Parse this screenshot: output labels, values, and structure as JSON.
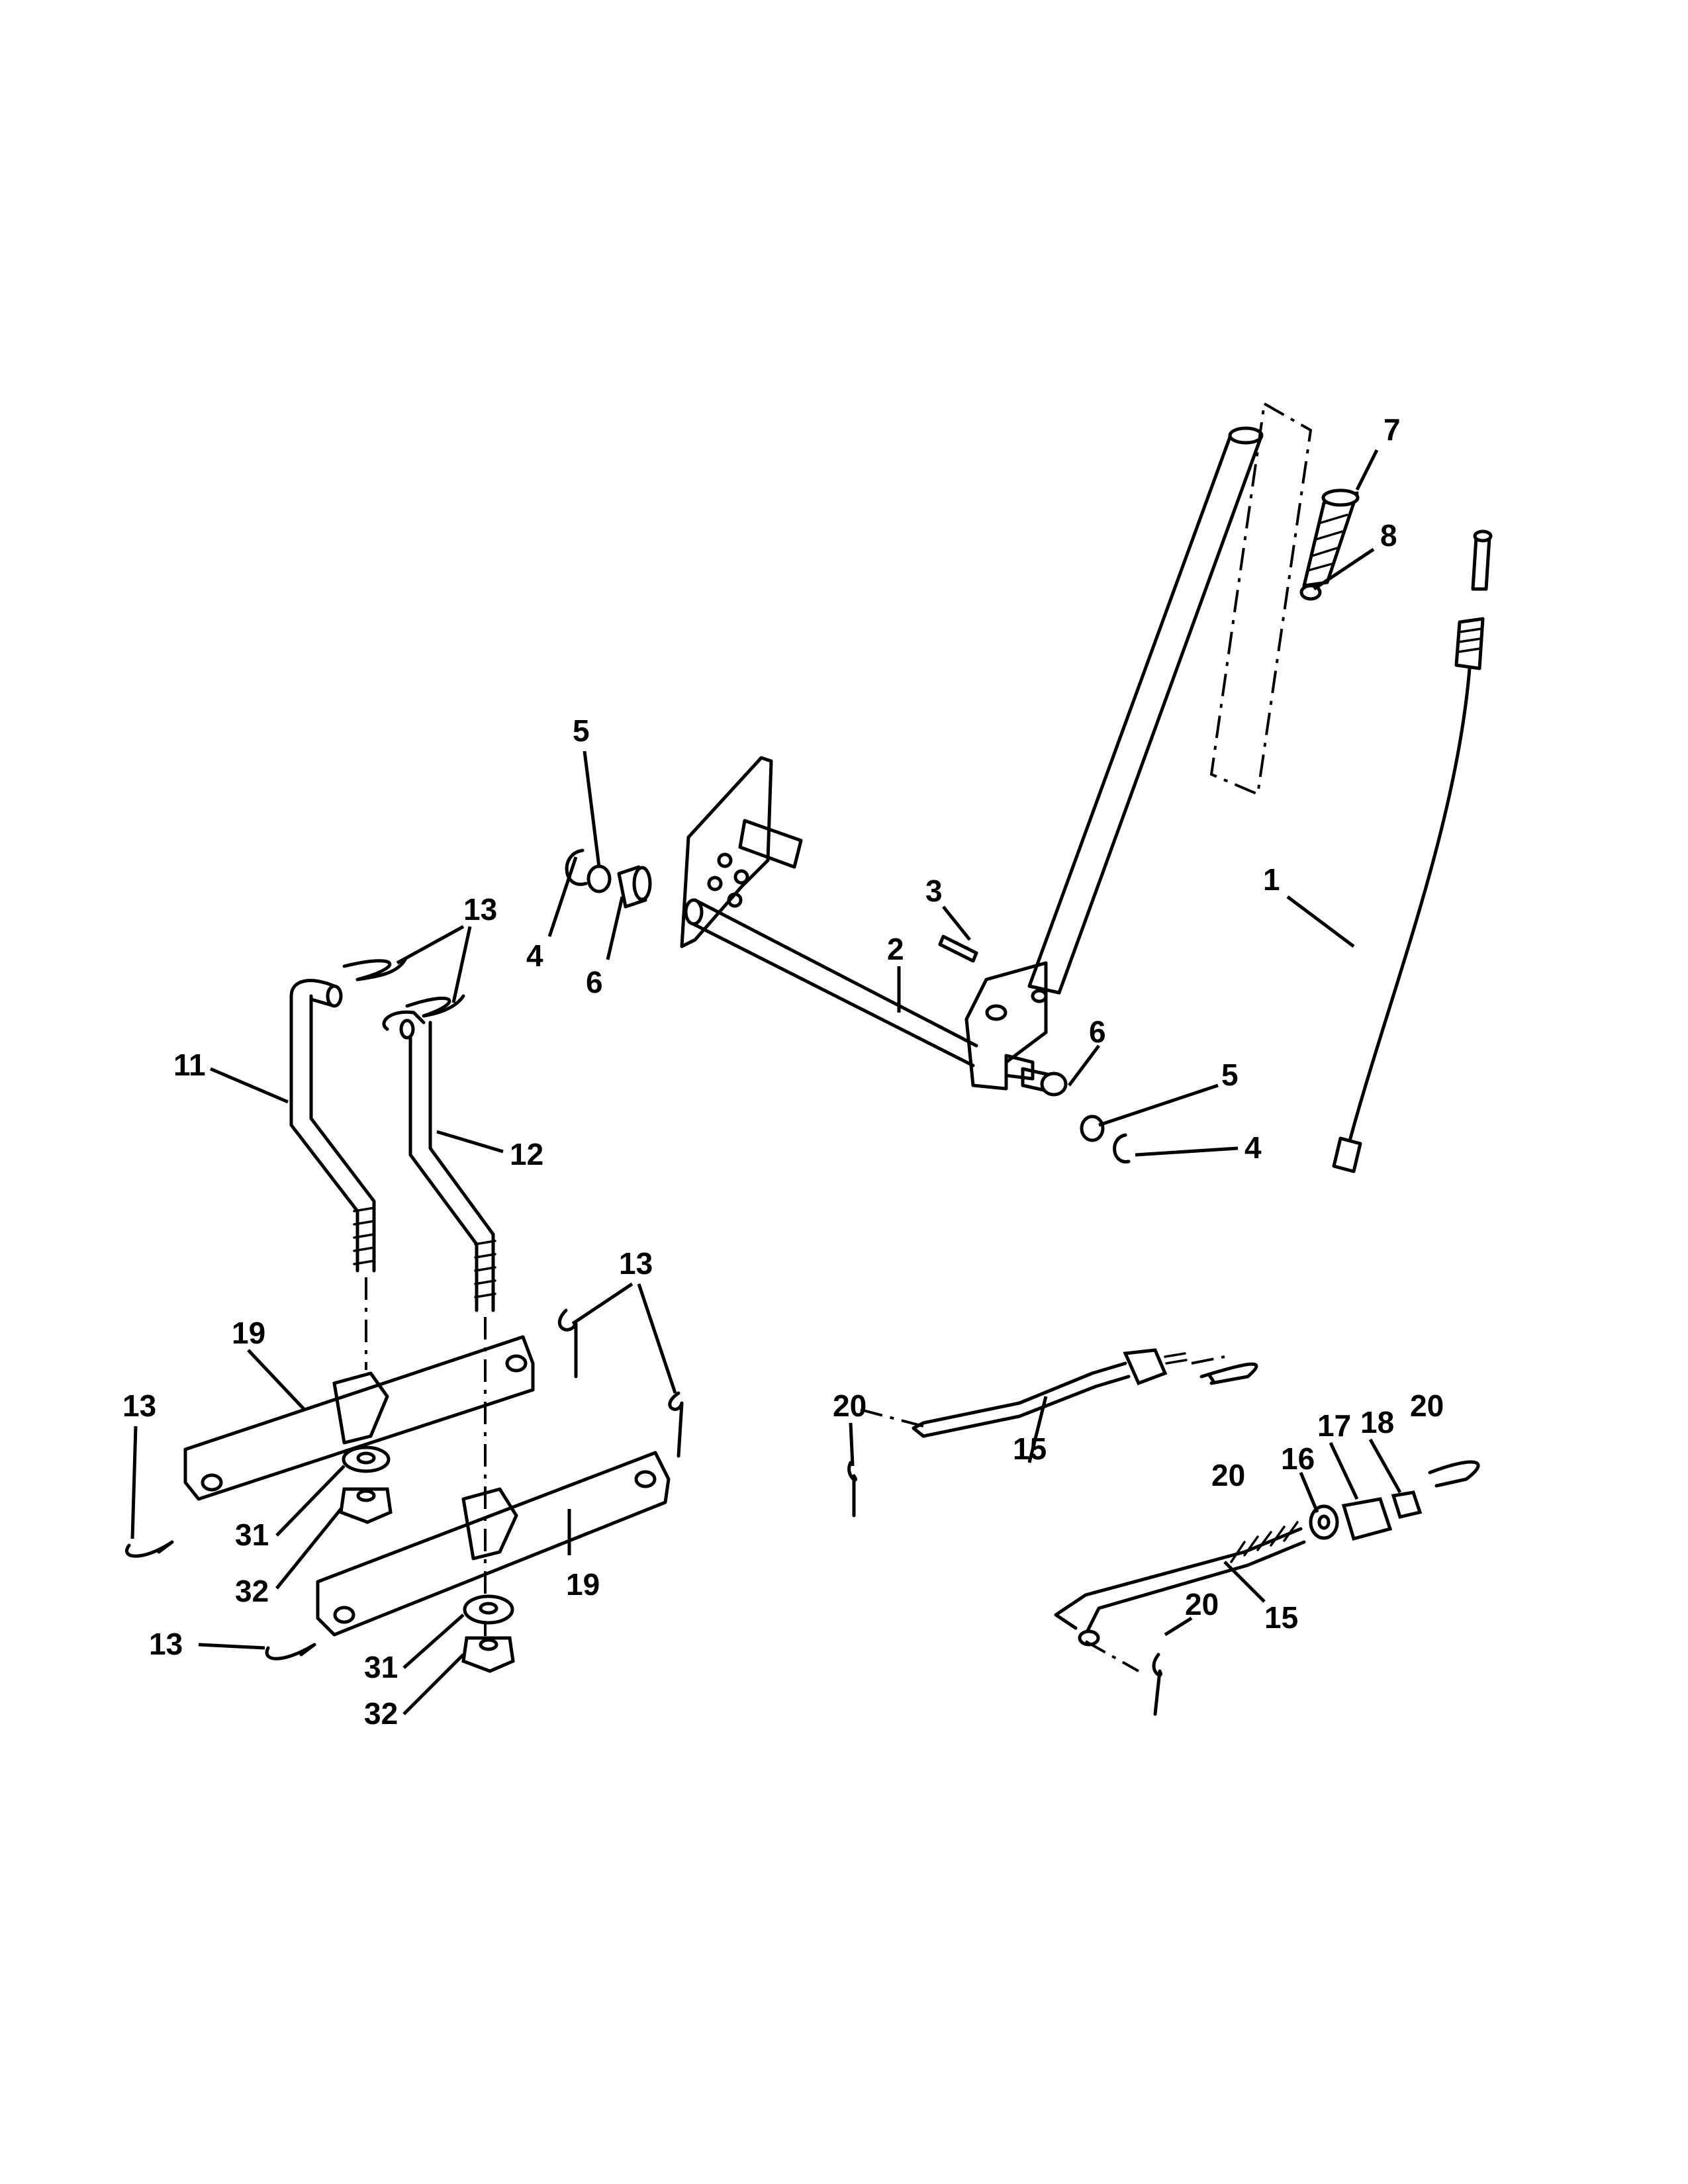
{
  "callouts": [
    {
      "id": "c1",
      "label": "1"
    },
    {
      "id": "c2",
      "label": "2"
    },
    {
      "id": "c3",
      "label": "3"
    },
    {
      "id": "c4a",
      "label": "4"
    },
    {
      "id": "c4b",
      "label": "4"
    },
    {
      "id": "c5a",
      "label": "5"
    },
    {
      "id": "c5b",
      "label": "5"
    },
    {
      "id": "c6a",
      "label": "6"
    },
    {
      "id": "c6b",
      "label": "6"
    },
    {
      "id": "c7",
      "label": "7"
    },
    {
      "id": "c8",
      "label": "8"
    },
    {
      "id": "c11",
      "label": "11"
    },
    {
      "id": "c12",
      "label": "12"
    },
    {
      "id": "c13a",
      "label": "13"
    },
    {
      "id": "c13b",
      "label": "13"
    },
    {
      "id": "c13c",
      "label": "13"
    },
    {
      "id": "c13d",
      "label": "13"
    },
    {
      "id": "c15a",
      "label": "15"
    },
    {
      "id": "c15b",
      "label": "15"
    },
    {
      "id": "c16",
      "label": "16"
    },
    {
      "id": "c17",
      "label": "17"
    },
    {
      "id": "c18",
      "label": "18"
    },
    {
      "id": "c19a",
      "label": "19"
    },
    {
      "id": "c19b",
      "label": "19"
    },
    {
      "id": "c20a",
      "label": "20"
    },
    {
      "id": "c20b",
      "label": "20"
    },
    {
      "id": "c20c",
      "label": "20"
    },
    {
      "id": "c20d",
      "label": "20"
    },
    {
      "id": "c31a",
      "label": "31"
    },
    {
      "id": "c31b",
      "label": "31"
    },
    {
      "id": "c32a",
      "label": "32"
    },
    {
      "id": "c32b",
      "label": "32"
    }
  ]
}
